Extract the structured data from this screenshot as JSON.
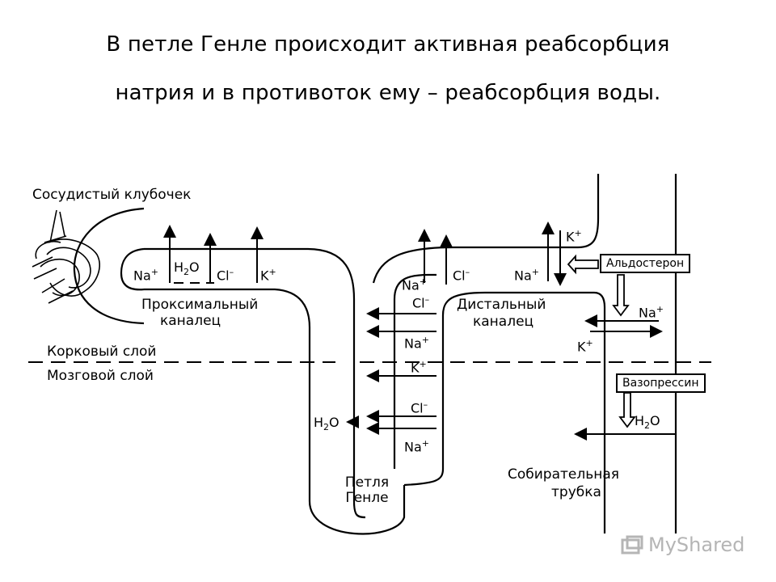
{
  "title": {
    "line1": "В петле Генле происходит активная реабсорбция",
    "line2": "натрия и в противоток ему – реабсорбция воды."
  },
  "labels": {
    "glomerulus": "Сосудистый клубочек",
    "proximal_1": "Проксимальный",
    "proximal_2": "каналец",
    "cortex": "Корковый слой",
    "medulla": "Мозговой слой",
    "distal_1": "Дистальный",
    "distal_2": "каналец",
    "loop_1": "Петля",
    "loop_2": "Генле",
    "collecting_1": "Собирательная",
    "collecting_2": "трубка"
  },
  "hormones": {
    "aldosterone": "Альдостерон",
    "vasopressin": "Вазопрессин"
  },
  "ions": {
    "na": "Na",
    "k": "K",
    "cl": "Cl",
    "h": "H",
    "two": "2",
    "o": "O",
    "plus": "+",
    "minus": "–"
  },
  "watermark": "MyShared"
}
